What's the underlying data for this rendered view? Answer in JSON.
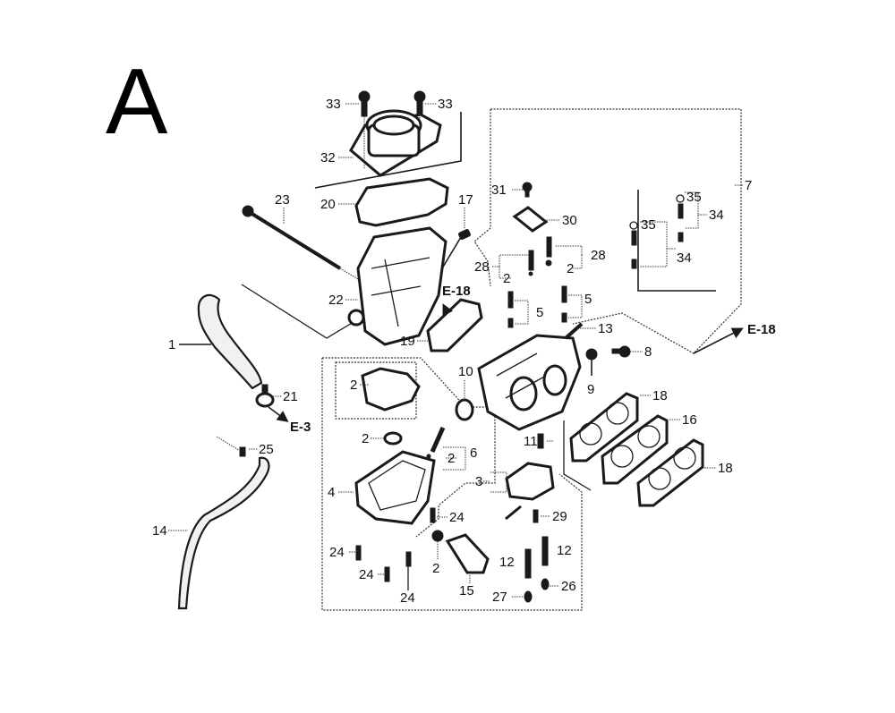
{
  "section": "A",
  "colors": {
    "ink": "#1a1a1a",
    "paper": "#ffffff"
  },
  "callouts": {
    "p1": "1",
    "p2a": "2",
    "p2b": "2",
    "p2c": "2",
    "p2d": "2",
    "p2e": "2",
    "p2f": "2",
    "p3": "3",
    "p4": "4",
    "p5a": "5",
    "p5b": "5",
    "p6": "6",
    "p7": "7",
    "p8": "8",
    "p9": "9",
    "p10": "10",
    "p11": "11",
    "p12a": "12",
    "p12b": "12",
    "p13": "13",
    "p14": "14",
    "p15": "15",
    "p16": "16",
    "p17": "17",
    "p18a": "18",
    "p18b": "18",
    "p19": "19",
    "p20": "20",
    "p21": "21",
    "p22": "22",
    "p23": "23",
    "p24a": "24",
    "p24b": "24",
    "p24c": "24",
    "p24d": "24",
    "p25": "25",
    "p26": "26",
    "p27": "27",
    "p28a": "28",
    "p28b": "28",
    "p29": "29",
    "p30": "30",
    "p31": "31",
    "p32": "32",
    "p33a": "33",
    "p33b": "33",
    "p34a": "34",
    "p34b": "34",
    "p35a": "35",
    "p35b": "35"
  },
  "references": {
    "e18_top": "E-18",
    "e18_right": "E-18",
    "e3": "E-3"
  }
}
